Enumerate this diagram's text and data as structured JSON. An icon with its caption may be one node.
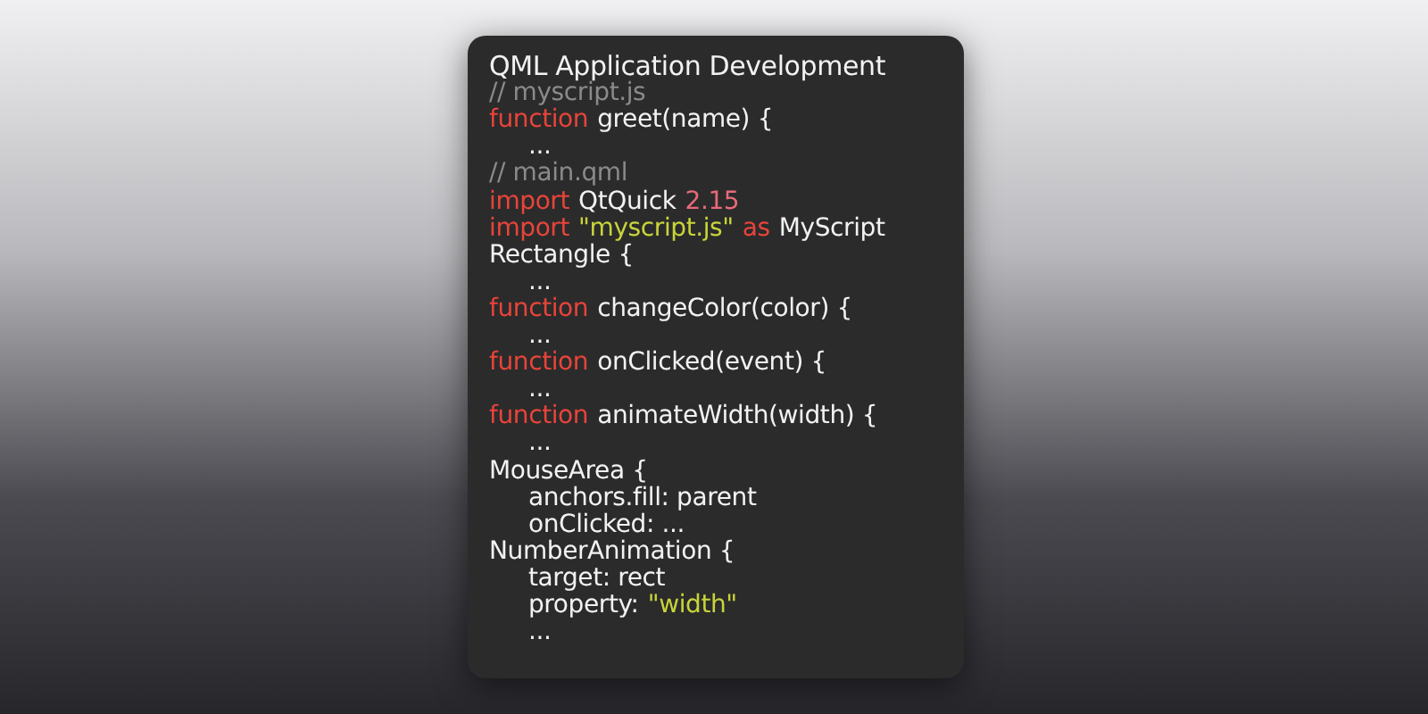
{
  "diagram": {
    "nodes": [
      {
        "text": [
          "QML Application Development"
        ]
      }
    ],
    "labels": [
      "// myscript.js",
      "function",
      "greet(name) {",
      "...",
      "// main.qml",
      "import",
      "QtQuick",
      "2.15",
      "import",
      "\"myscript.js\"",
      "as",
      "MyScript",
      "Rectangle {",
      "...",
      "function",
      "changeColor(color) {",
      "...",
      "function",
      "onClicked(event) {",
      "...",
      "function",
      "animateWidth(width) {",
      "...",
      "MouseArea {",
      "anchors.fill: parent",
      "onClicked: ...",
      "NumberAnimation {",
      "target: rect",
      "property:",
      "\"width\"",
      "..."
    ]
  }
}
